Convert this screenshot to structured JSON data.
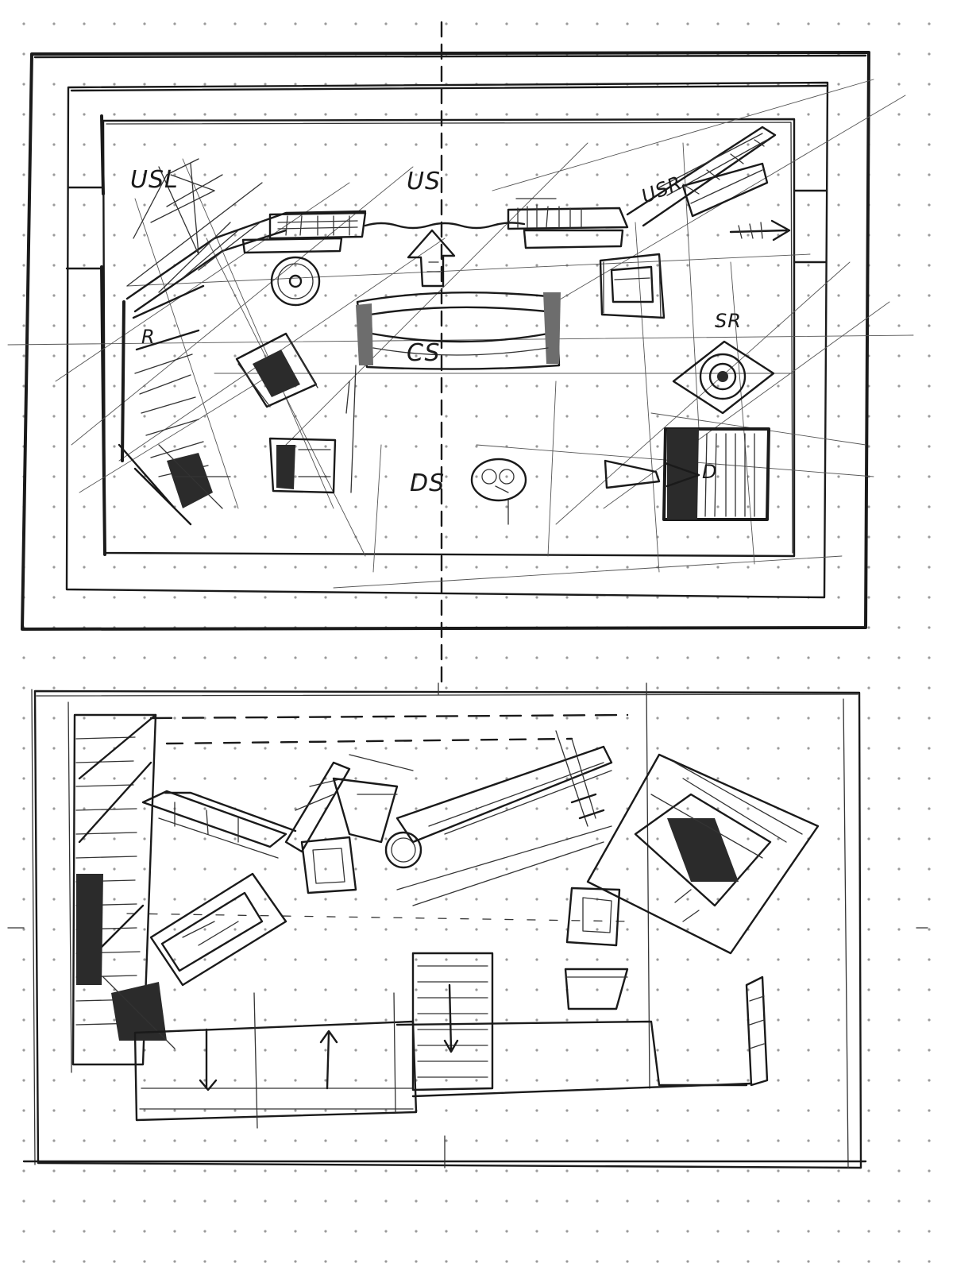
{
  "labels": {
    "upstage_left": "USL",
    "upstage": "US",
    "upstage_right": "USR",
    "center_stage": "CS",
    "downstage": "DS",
    "stage_right": "SR",
    "r_mark": "R",
    "d_mark": "D"
  },
  "colors": {
    "ink": "#1a1a1a",
    "paper": "#ffffff",
    "dot_grid": "#9a9a9a"
  }
}
